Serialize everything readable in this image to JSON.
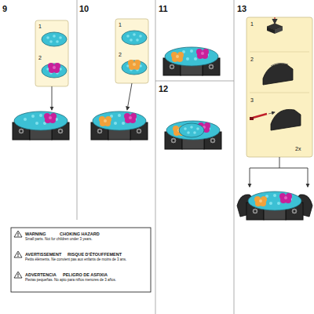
{
  "diagram": {
    "nodes": [
      {
        "text": [
          "1",
          "2"
        ]
      },
      {
        "text": [
          "1",
          "2"
        ]
      },
      {
        "text": [
          "1",
          "2",
          "3",
          "2x"
        ]
      },
      {
        "text": [
          "WARNING",
          "CHOKING HAZARD",
          "Small parts. Not for children under 3 years.",
          "AVERTISSEMENT",
          "RISQUE D'ÉTOUFFEMENT",
          "Petits éléments. Ne convient pas aux enfants de moins de 3 ans.",
          "ADVERTENCIA",
          "PELIGRO DE ASFIXIA",
          "Piezas pequeñas. No apto para niños menores de 3 años."
        ]
      }
    ],
    "labels": [
      "9",
      "10",
      "11",
      "12",
      "13"
    ]
  }
}
